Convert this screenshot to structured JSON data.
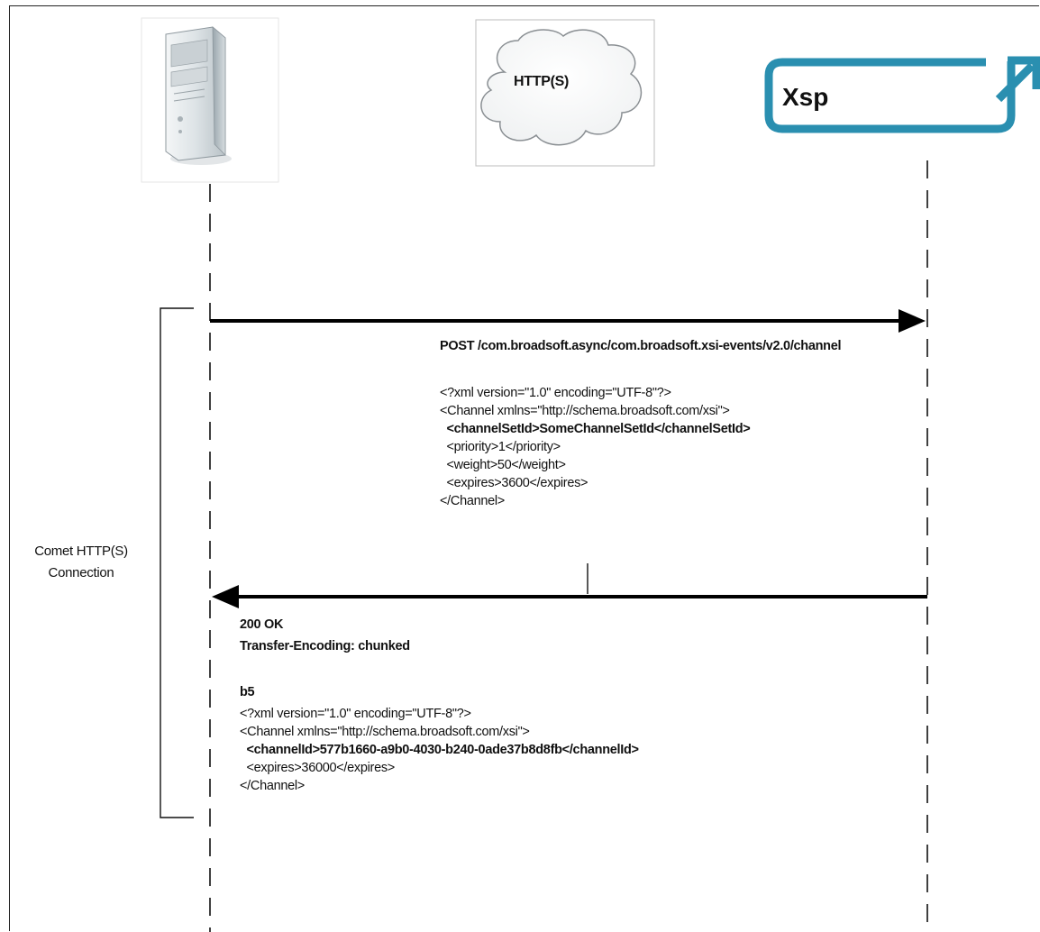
{
  "participants": {
    "server": {
      "icon": "server-tower-icon"
    },
    "cloud": {
      "label": "HTTP(S)",
      "icon": "cloud-icon"
    },
    "xsp": {
      "label": "Xsp",
      "icon": "xsp-logo-icon",
      "color": "#2a8fb0"
    }
  },
  "bracket": {
    "label_line1": "Comet HTTP(S)",
    "label_line2": "Connection"
  },
  "request": {
    "line": "POST /com.broadsoft.async/com.broadsoft.xsi-events/v2.0/channel",
    "body": [
      {
        "text": "<?xml version=\"1.0\" encoding=\"UTF-8\"?>",
        "bold": false
      },
      {
        "text": "<Channel xmlns=\"http://schema.broadsoft.com/xsi\">",
        "bold": false
      },
      {
        "text": "  <channelSetId>SomeChannelSetId</channelSetId>",
        "bold": true
      },
      {
        "text": "  <priority>1</priority>",
        "bold": false
      },
      {
        "text": "  <weight>50</weight>",
        "bold": false
      },
      {
        "text": "  <expires>3600</expires>",
        "bold": false
      },
      {
        "text": "</Channel>",
        "bold": false
      }
    ]
  },
  "response": {
    "status": "200 OK",
    "header": "Transfer-Encoding: chunked",
    "chunk_size": "b5",
    "body": [
      {
        "text": "<?xml version=\"1.0\" encoding=\"UTF-8\"?>",
        "bold": false
      },
      {
        "text": "<Channel xmlns=\"http://schema.broadsoft.com/xsi\">",
        "bold": false
      },
      {
        "text": "  <channelId>577b1660-a9b0-4030-b240-0ade37b8d8fb</channelId>",
        "bold": true
      },
      {
        "text": "  <expires>36000</expires>",
        "bold": false
      },
      {
        "text": "</Channel>",
        "bold": false
      }
    ]
  }
}
